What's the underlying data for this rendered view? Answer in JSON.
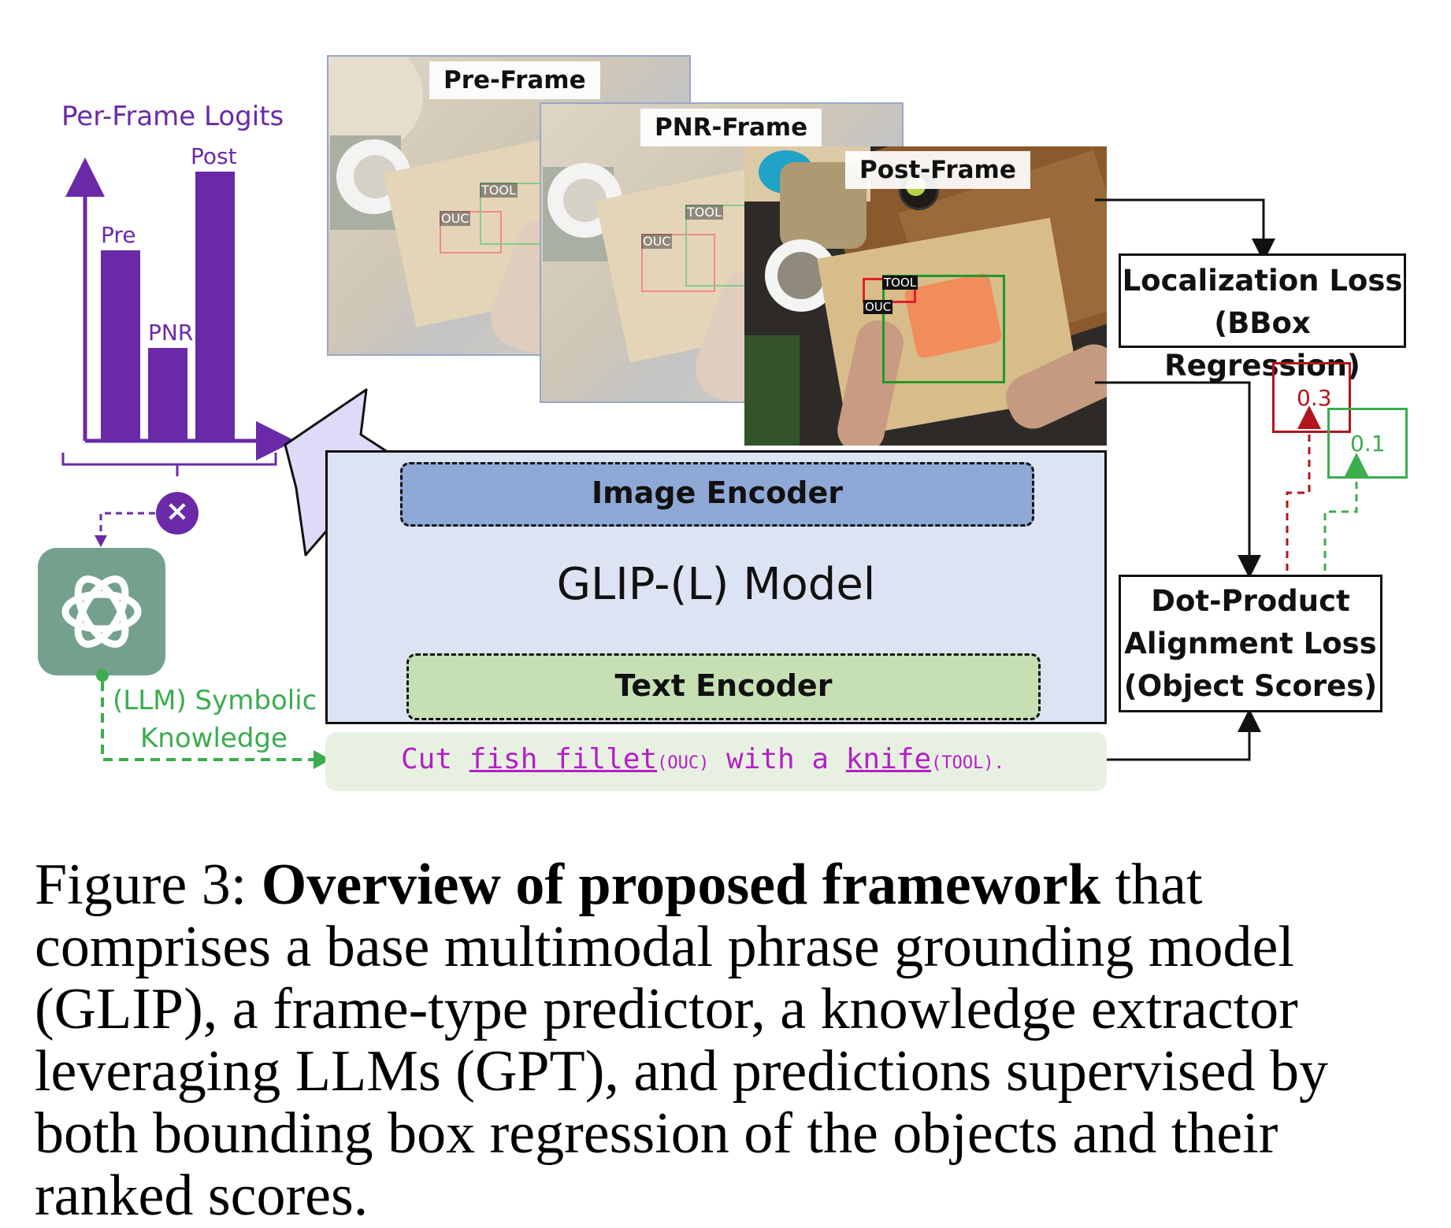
{
  "bar_chart": {
    "title": "Per-Frame Logits",
    "bars": [
      {
        "label": "Pre",
        "value": 0.6
      },
      {
        "label": "PNR",
        "value": 0.29
      },
      {
        "label": "Post",
        "value": 0.85
      }
    ],
    "color": "#6a2aa8"
  },
  "multiply_symbol": "×",
  "llm": {
    "label_line1": "(LLM) Symbolic",
    "label_line2": "Knowledge",
    "icon": "openai-logo-icon"
  },
  "frames": {
    "pre": {
      "label": "Pre-Frame",
      "box_labels": [
        "TOOL",
        "OUC"
      ]
    },
    "pnr": {
      "label": "PNR-Frame",
      "box_labels": [
        "TOOL",
        "OUC"
      ]
    },
    "post": {
      "label": "Post-Frame",
      "box_labels": [
        "TOOL",
        "OUC"
      ]
    }
  },
  "model": {
    "image_encoder": "Image Encoder",
    "title": "GLIP-(L) Model",
    "text_encoder": "Text Encoder"
  },
  "text_prompt": {
    "pre": "Cut ",
    "ouc": "fish fillet",
    "ouc_tag": "(OUC)",
    "mid": " with a ",
    "tool": "knife",
    "tool_tag": "(TOOL)",
    "end": "."
  },
  "localization_loss": {
    "line1": "Localization Loss",
    "line2": "(BBox Regression)"
  },
  "alignment_loss": {
    "line1": "Dot-Product",
    "line2": "Alignment Loss",
    "line3": "(Object Scores)"
  },
  "scores": {
    "ouc": "0.3",
    "tool": "0.1"
  },
  "colors": {
    "purple": "#6a2aa8",
    "green": "#3aad4e",
    "red": "#b0151b",
    "magenta": "#b41ec8",
    "gpt_teal": "#74a18e"
  },
  "caption": {
    "prefix": "Figure 3: ",
    "bold": "Overview of proposed framework",
    "rest": " that comprises a base multimodal phrase grounding model (GLIP), a frame-type predictor, a knowledge extractor leveraging LLMs (GPT), and predictions supervised by both bounding box regression of the objects and their ranked scores."
  }
}
